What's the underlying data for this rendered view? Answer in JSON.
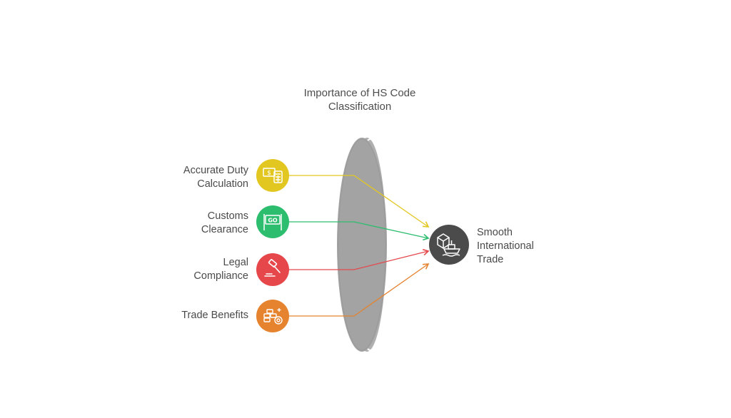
{
  "diagram": {
    "title_line1": "Importance of HS Code",
    "title_line2": "Classification",
    "factors": [
      {
        "label_line1": "Accurate Duty",
        "label_line2": "Calculation",
        "color": "#e2c721",
        "icon": "calculator-money-icon"
      },
      {
        "label_line1": "Customs",
        "label_line2": "Clearance",
        "color": "#2dbd6e",
        "icon": "go-sign-icon"
      },
      {
        "label_line1": "Legal",
        "label_line2": "Compliance",
        "color": "#e5474b",
        "icon": "gavel-icon"
      },
      {
        "label_line1": "Trade Benefits",
        "label_line2": "",
        "color": "#e5832f",
        "icon": "gold-bars-coin-icon"
      }
    ],
    "outcome": {
      "line1": "Smooth",
      "line2": "International",
      "line3": "Trade",
      "color": "#4b4b4b",
      "icon": "shipping-boxes-icon"
    },
    "lens_color": "#a9a9a9"
  }
}
